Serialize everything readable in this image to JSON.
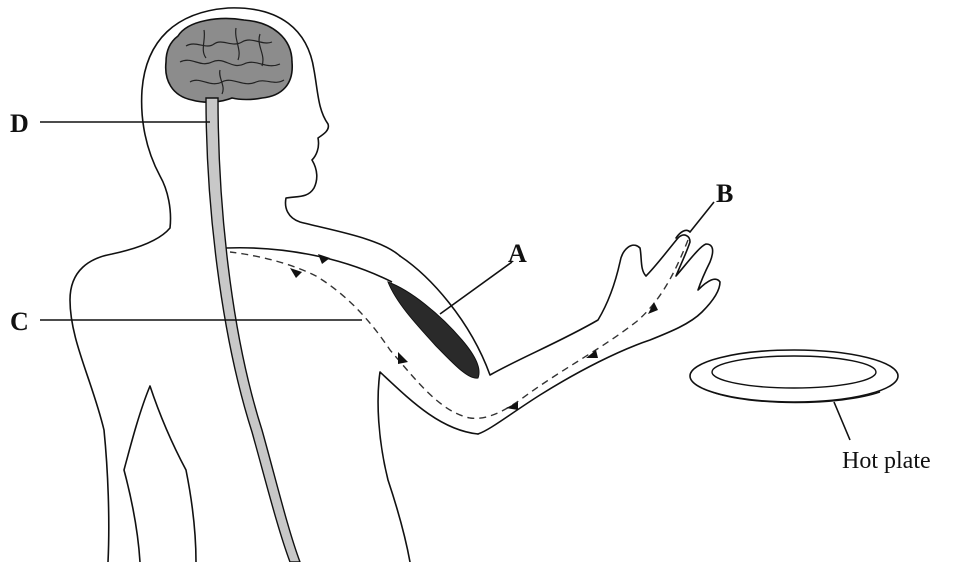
{
  "labels": {
    "A": "A",
    "B": "B",
    "C": "C",
    "D": "D"
  },
  "caption": {
    "hot_plate": "Hot plate"
  },
  "colors": {
    "line": "#111111",
    "brain_fill": "#8c8c8c",
    "spinal_cord_fill": "#c8c8c8",
    "muscle_fill": "#2a2a2a"
  }
}
